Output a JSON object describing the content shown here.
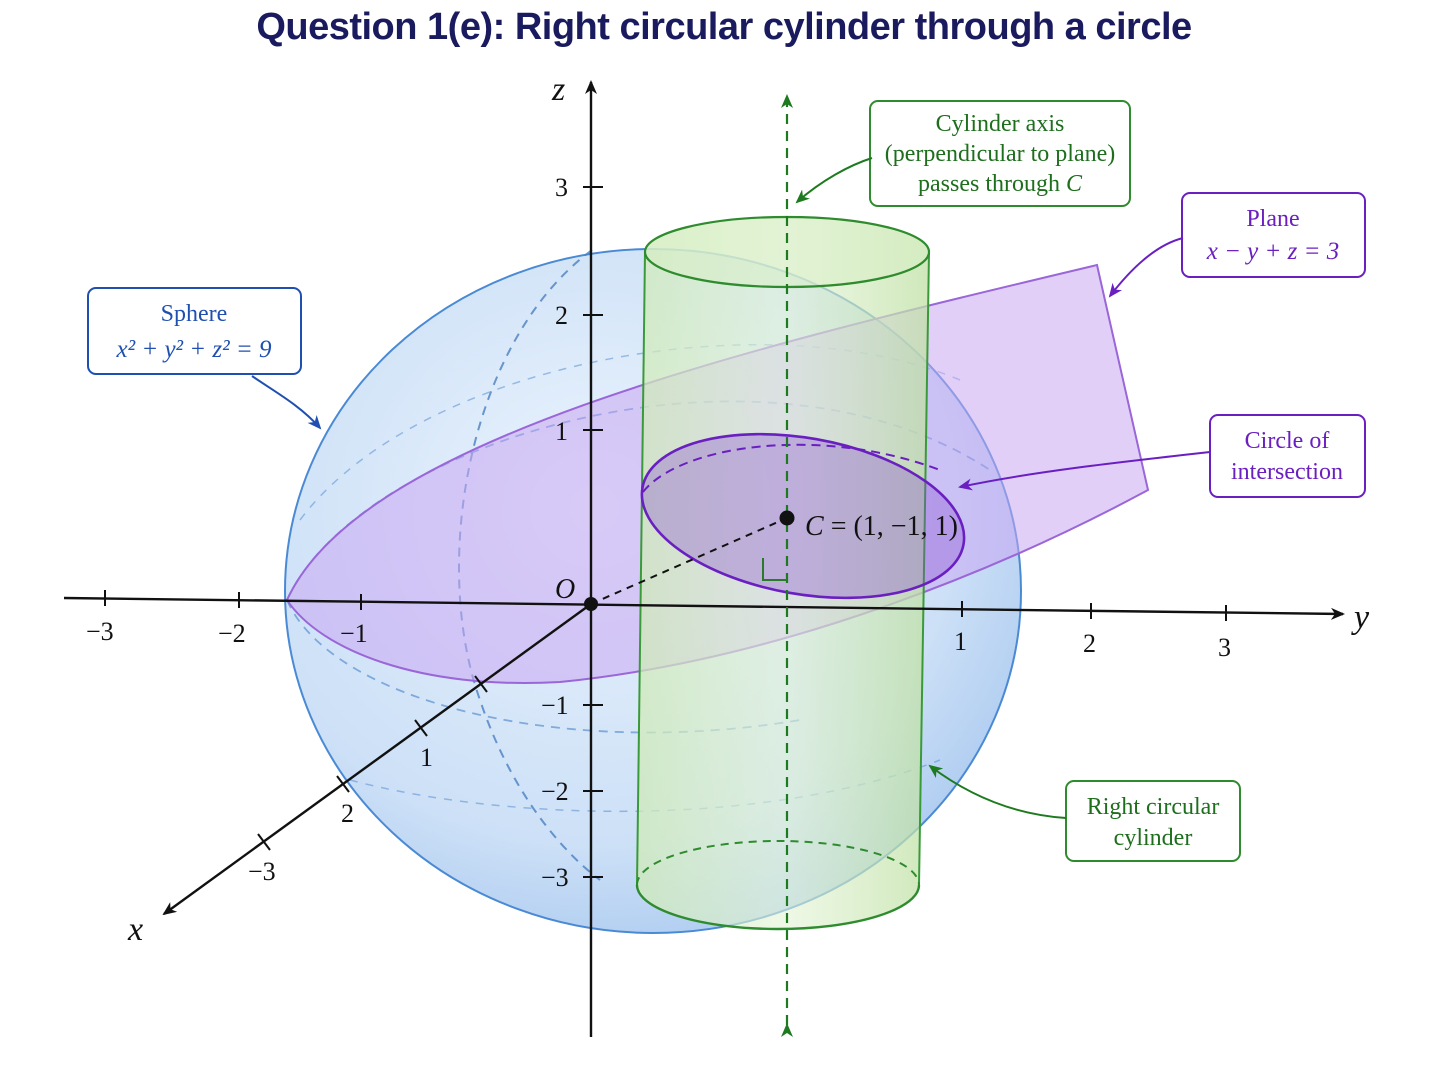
{
  "title": "Question 1(e): Right circular cylinder through a circle",
  "axes": {
    "x_name": "x",
    "y_name": "y",
    "z_name": "z",
    "origin": "O",
    "y_ticks": [
      "−3",
      "−2",
      "−1",
      "1",
      "2",
      "3"
    ],
    "z_ticks": [
      "3",
      "2",
      "1",
      "−1",
      "−2",
      "−3"
    ],
    "x_ticks": [
      "1",
      "2",
      "−3"
    ]
  },
  "point": {
    "label": "C = (1, −1, 1)"
  },
  "callouts": {
    "sphere": {
      "line1": "Sphere",
      "equation": "x² + y² + z² = 9"
    },
    "axis": {
      "line1": "Cylinder axis",
      "line2": "(perpendicular to plane)",
      "line3_prefix": "passes through ",
      "line3_var": "C"
    },
    "plane": {
      "line1": "Plane",
      "equation": "x − y + z = 3"
    },
    "circle": {
      "line1": "Circle of",
      "line2": "intersection"
    },
    "cylinder": {
      "line1": "Right circular",
      "line2": "cylinder"
    }
  },
  "colors": {
    "sphere": "#3a7fd0",
    "cylinder": "#2e8b2e",
    "plane": "#8a4fd0",
    "circle": "#6a1fc0",
    "title": "#1a1a5e"
  }
}
